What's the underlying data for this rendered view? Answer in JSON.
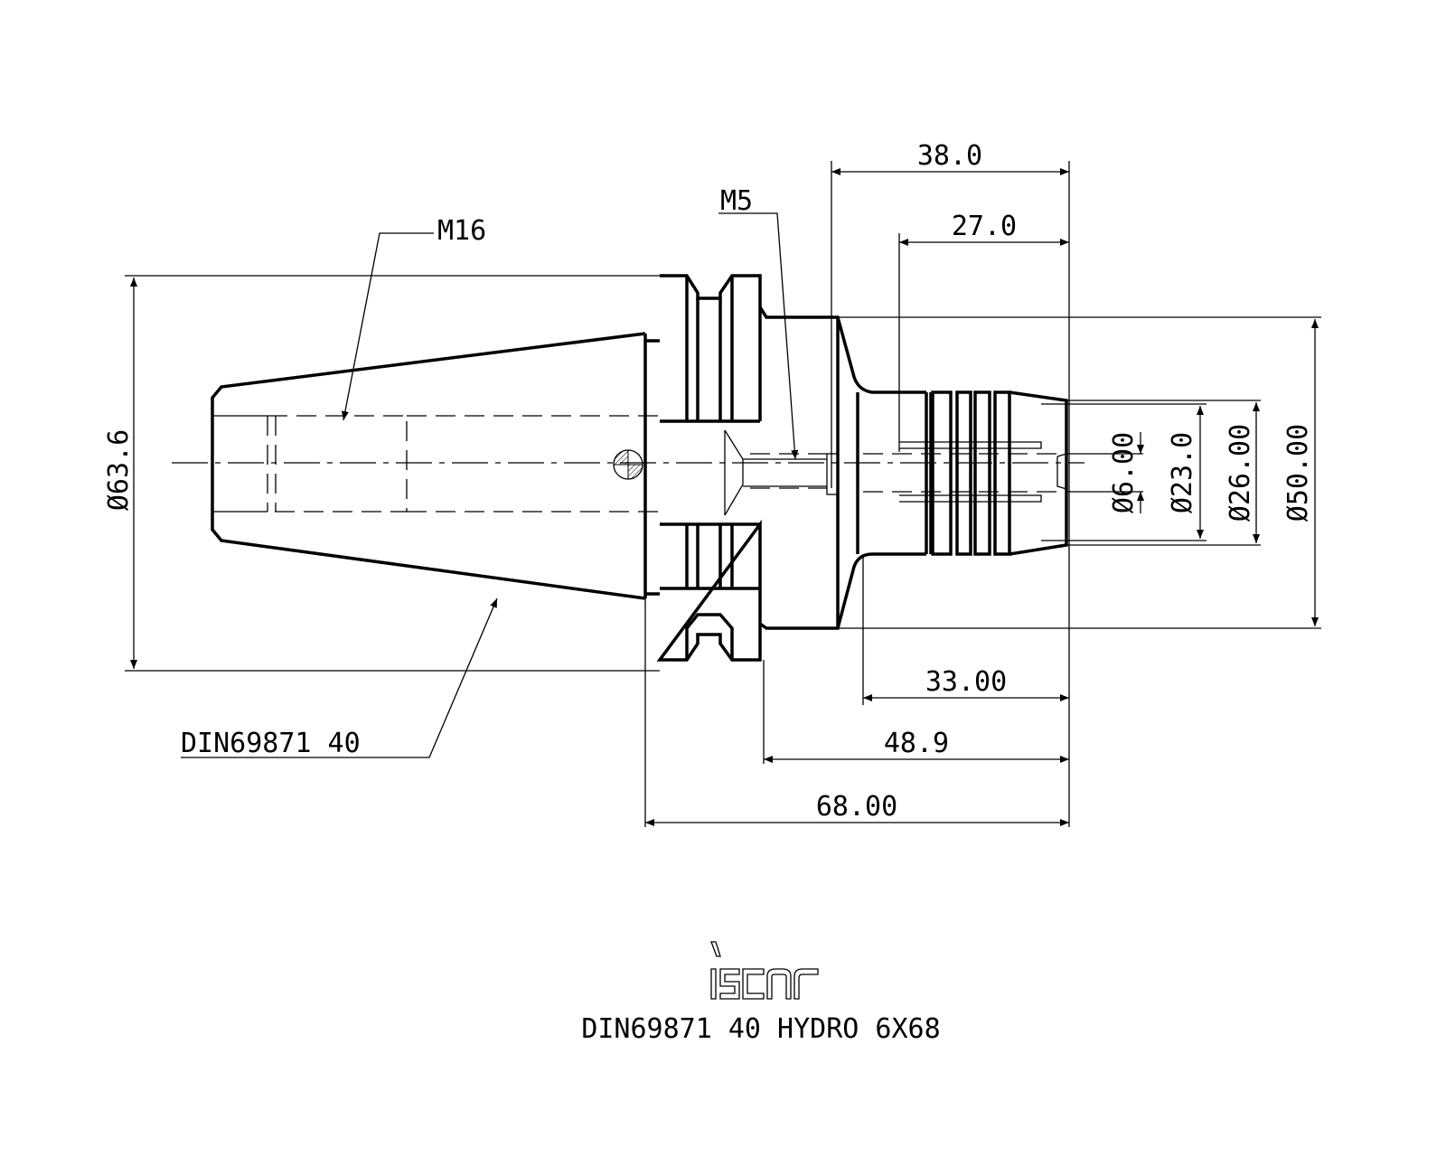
{
  "drawing": {
    "title": "DIN69871 40 HYDRO 6X68",
    "brand": "iscar",
    "callouts": {
      "m16": "M16",
      "m5": "M5",
      "taper": "DIN69871 40"
    },
    "dimensions": {
      "d63_6": "Ø63.6",
      "d6": "Ø6.00",
      "d23": "Ø23.0",
      "d26": "Ø26.00",
      "d50": "Ø50.00",
      "l38": "38.0",
      "l27": "27.0",
      "l33": "33.00",
      "l48_9": "48.9",
      "l68": "68.00"
    }
  }
}
